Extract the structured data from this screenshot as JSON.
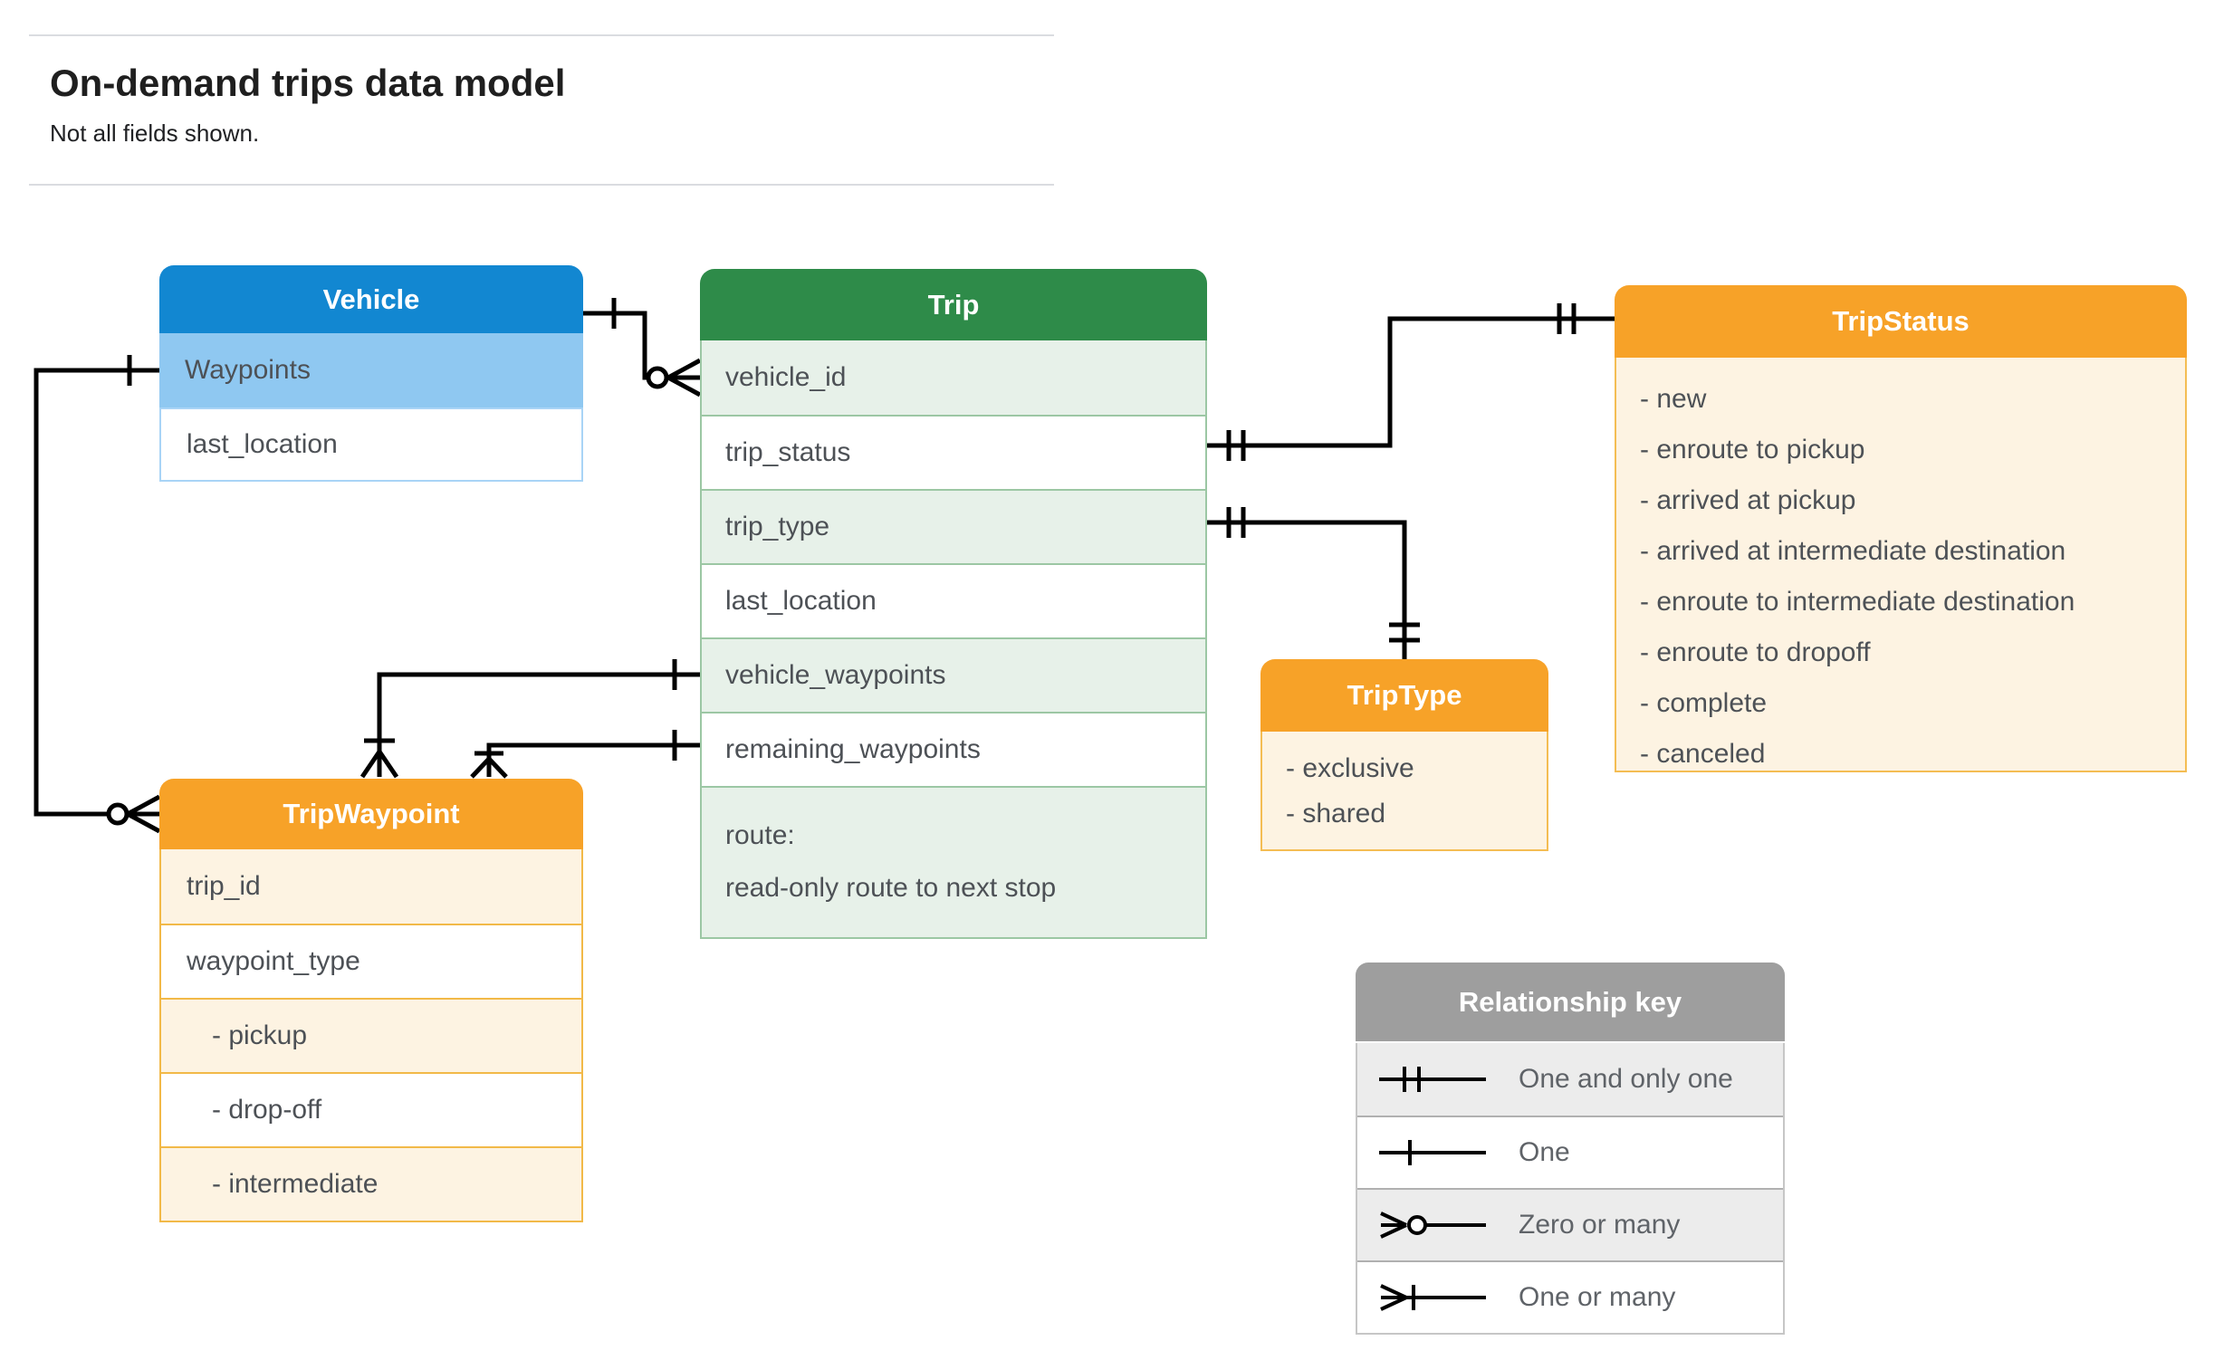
{
  "page": {
    "title": "On-demand trips data model",
    "subtitle": "Not all fields shown."
  },
  "tables": {
    "vehicle": {
      "title": "Vehicle",
      "fields": [
        "Waypoints",
        "last_location"
      ]
    },
    "trip": {
      "title": "Trip",
      "fields": [
        "vehicle_id",
        "trip_status",
        "trip_type",
        "last_location",
        "vehicle_waypoints",
        "remaining_waypoints"
      ],
      "route": [
        "route:",
        "read-only route to next stop"
      ]
    },
    "trip_status": {
      "title": "TripStatus",
      "values": [
        "- new",
        "- enroute to pickup",
        "- arrived at pickup",
        "- arrived at intermediate destination",
        "- enroute to intermediate destination",
        "- enroute to dropoff",
        "- complete",
        "- canceled"
      ]
    },
    "trip_type": {
      "title": "TripType",
      "values": [
        "- exclusive",
        "- shared"
      ]
    },
    "trip_waypoint": {
      "title": "TripWaypoint",
      "fields": [
        "trip_id",
        "waypoint_type"
      ],
      "values": [
        "- pickup",
        "- drop-off",
        "- intermediate"
      ]
    }
  },
  "legend": {
    "title": "Relationship key",
    "rows": [
      {
        "symbol": "one-and-only-one-icon",
        "label": "One and only one"
      },
      {
        "symbol": "one-icon",
        "label": "One"
      },
      {
        "symbol": "zero-or-many-icon",
        "label": "Zero or many"
      },
      {
        "symbol": "one-or-many-icon",
        "label": "One or many"
      }
    ]
  },
  "colors": {
    "vehicle_header": "#1287d1",
    "vehicle_row_tint": "#8fc8f1",
    "trip_header": "#2e8b49",
    "trip_row_tint": "#e7f1e9",
    "trip_border": "#9cc7a4",
    "enum_header": "#f7a228",
    "enum_body": "#fdf3e2",
    "enum_border": "#f4bd53",
    "key_header": "#9e9e9e",
    "key_row_tint": "#ececec",
    "divider": "#dadce0",
    "connector": "#000000"
  }
}
